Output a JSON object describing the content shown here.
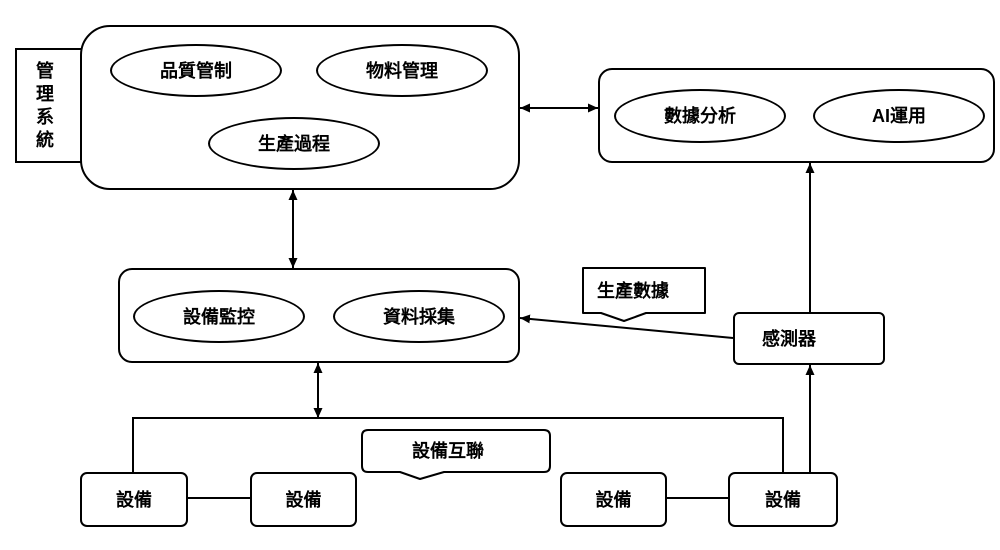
{
  "colors": {
    "stroke": "#000000",
    "background": "#ffffff"
  },
  "management_system": {
    "side_label": "管理系統",
    "quality_control": "品質管制",
    "material_management": "物料管理",
    "production_process": "生產過程"
  },
  "analytics": {
    "data_analysis": "數據分析",
    "ai_application": "AI運用"
  },
  "monitoring": {
    "equipment_monitoring": "設備監控",
    "data_collection": "資料採集"
  },
  "sensor": {
    "label": "感測器"
  },
  "callouts": {
    "production_data": "生產數據",
    "equipment_interconnect": "設備互聯"
  },
  "equipment": [
    {
      "label": "設備"
    },
    {
      "label": "設備"
    },
    {
      "label": "設備"
    },
    {
      "label": "設備"
    }
  ]
}
